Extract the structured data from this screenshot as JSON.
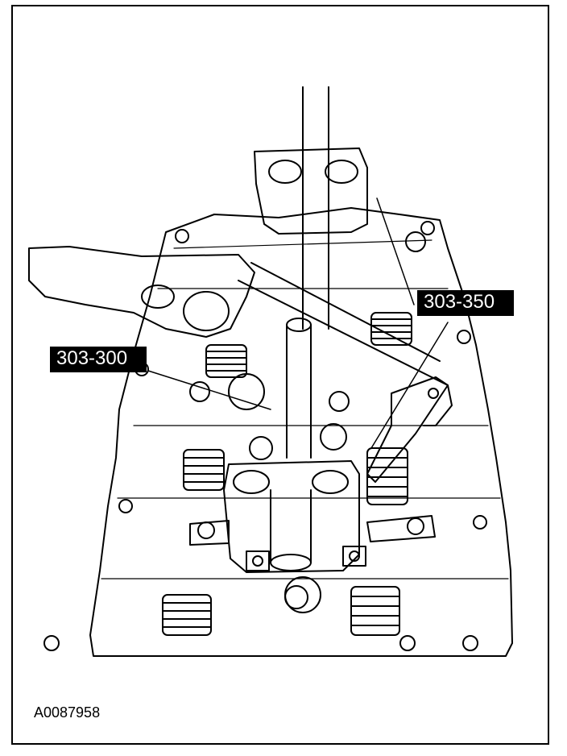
{
  "callouts": {
    "tool_303_350": "303-350",
    "tool_303_300": "303-300"
  },
  "figure_id": "A0087958",
  "colors": {
    "line": "#000000",
    "background": "#ffffff",
    "label_bg": "#000000",
    "label_text": "#ffffff"
  }
}
